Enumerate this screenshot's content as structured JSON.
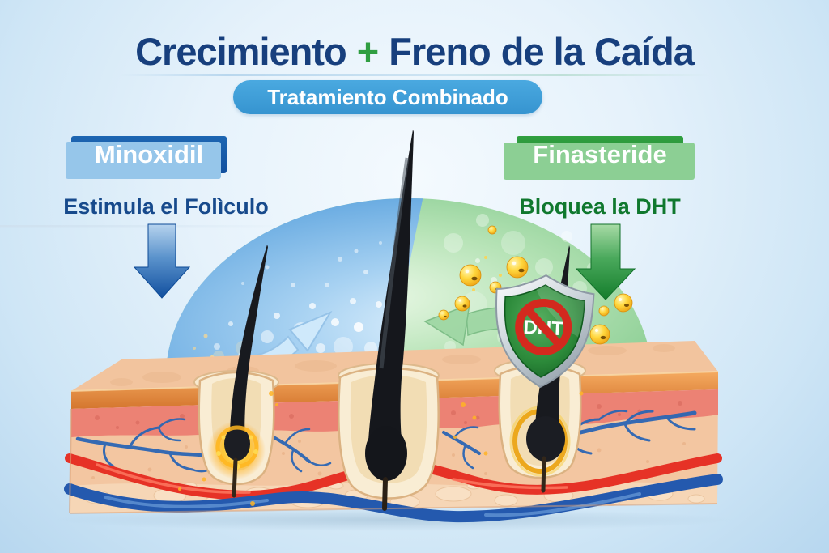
{
  "header": {
    "title": {
      "part1": "Crecimiento",
      "plus": "+",
      "part2": "Freno",
      "part3": "de la",
      "part4": "Caída"
    },
    "badge": "Tratamiento Combinado"
  },
  "treatments": {
    "minoxidil": {
      "name": "Minoxidil",
      "effect": "Estimula el Folìculo"
    },
    "finasteride": {
      "name": "Finasteride",
      "effect": "Bloquea la DHT"
    }
  },
  "illustration": {
    "shield_label": "DHT",
    "icons": {
      "minoxidil_down_arrow": "blue-gradient-down-arrow",
      "finasteride_down_arrow": "green-gradient-down-arrow",
      "growth_arrow": "light-blue-curved-arrow-up-right",
      "block_arrow": "light-green-curved-arrow-left",
      "dht_shield": "green-shield-with-red-prohibition-sign",
      "dht_molecules": "yellow-spheres",
      "skin": "skin-cross-section-with-hair-follicles"
    },
    "colors": {
      "title_blue": "#173f7d",
      "plus_green": "#2f9e41",
      "badge_blue": "#3f9fd8",
      "minoxidil_blue": "#114f9e",
      "minoxidil_shadow": "#96c6ea",
      "finasteride_green": "#1e8230",
      "finasteride_shadow": "#8ccf94",
      "dome_blue": "#a8d2f2",
      "dome_green": "#b6e3b6",
      "epidermis_orange": "#e2874a",
      "dermis_pink": "#ec8274",
      "skin_tone": "#f3c6a1",
      "artery_red": "#e63226",
      "vein_blue": "#2459ae",
      "molecule_yellow": "#ffd73e",
      "shield_green": "#2c8a3a",
      "prohibition_red": "#d3291e",
      "follicle_glow_orange": "#ffb61e"
    }
  }
}
